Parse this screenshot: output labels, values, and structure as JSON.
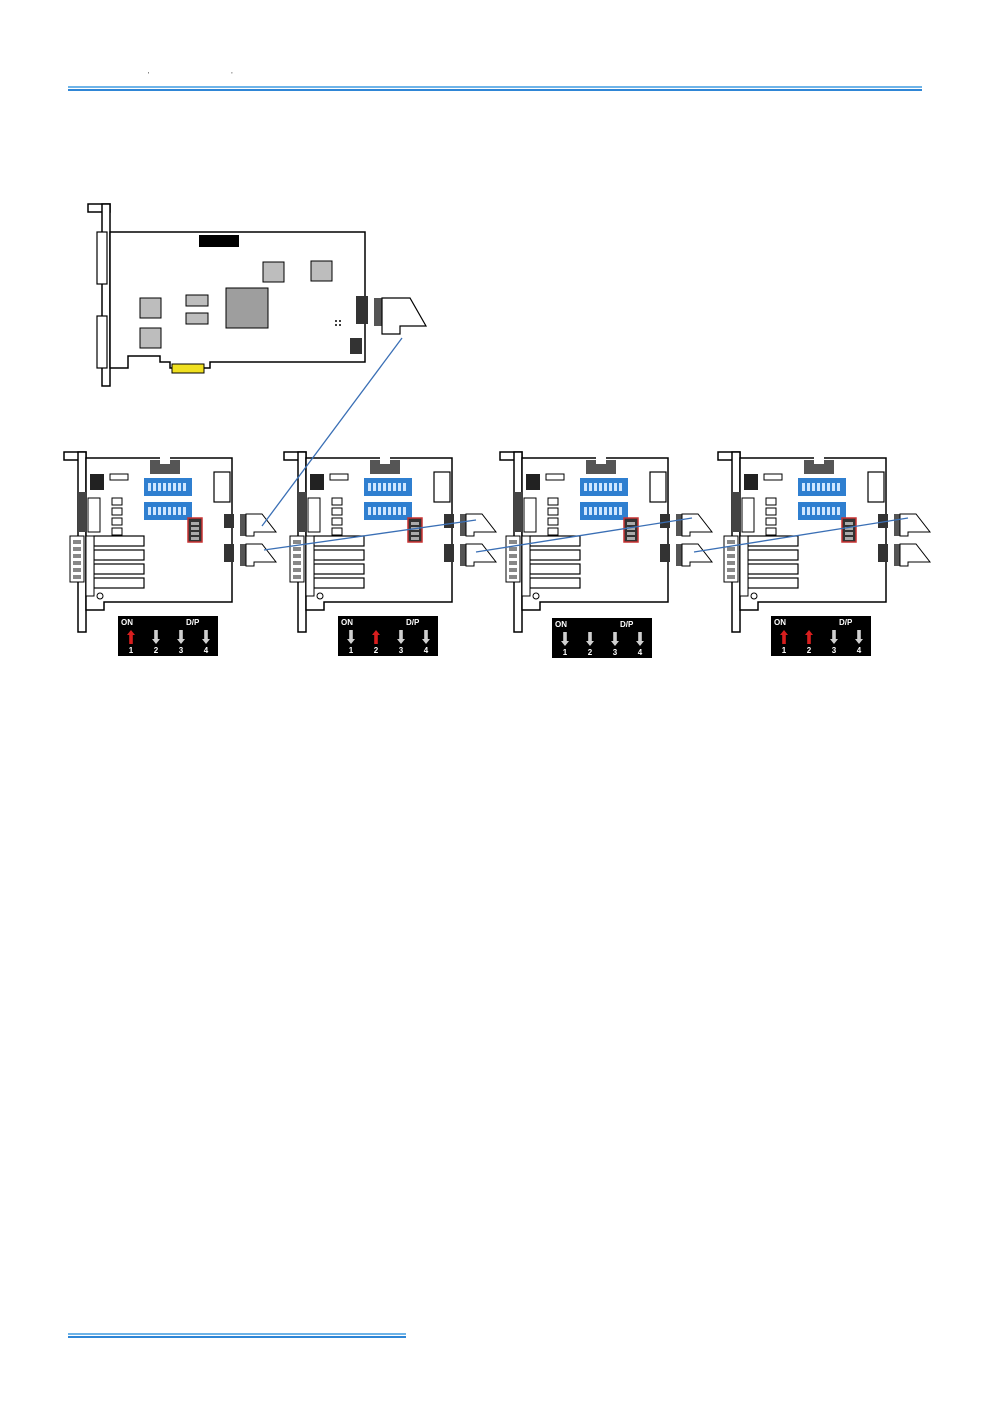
{
  "header": {
    "marks": "' '"
  },
  "dip_panels": [
    {
      "label_on": "ON",
      "label_dp": "D/P",
      "switches": [
        {
          "num": "1",
          "state": "on"
        },
        {
          "num": "2",
          "state": "off"
        },
        {
          "num": "3",
          "state": "off"
        },
        {
          "num": "4",
          "state": "off"
        }
      ]
    },
    {
      "label_on": "ON",
      "label_dp": "D/P",
      "switches": [
        {
          "num": "1",
          "state": "off"
        },
        {
          "num": "2",
          "state": "on"
        },
        {
          "num": "3",
          "state": "off"
        },
        {
          "num": "4",
          "state": "off"
        }
      ]
    },
    {
      "label_on": "ON",
      "label_dp": "D/P",
      "switches": [
        {
          "num": "1",
          "state": "off"
        },
        {
          "num": "2",
          "state": "off"
        },
        {
          "num": "3",
          "state": "off"
        },
        {
          "num": "4",
          "state": "off"
        }
      ]
    },
    {
      "label_on": "ON",
      "label_dp": "D/P",
      "switches": [
        {
          "num": "1",
          "state": "on"
        },
        {
          "num": "2",
          "state": "on"
        },
        {
          "num": "3",
          "state": "off"
        },
        {
          "num": "4",
          "state": "off"
        }
      ]
    }
  ],
  "colors": {
    "on_arrow": "#d81e1e",
    "off_arrow": "#d0d0d0",
    "dip_blue": "#2f7fd0",
    "cable": "#3a6fb5",
    "gold": "#f0e020"
  }
}
